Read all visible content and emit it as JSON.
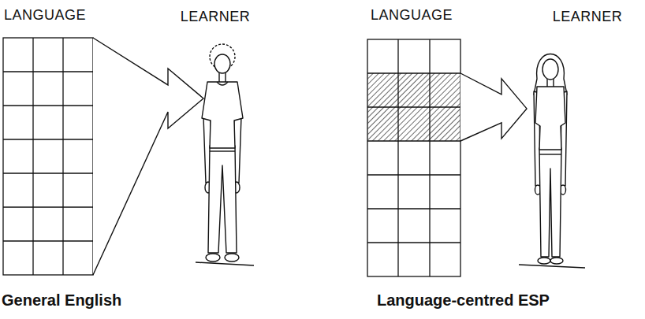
{
  "diagram": {
    "nodes": [
      {
        "text": [
          "LANGUAGE"
        ]
      },
      {
        "text": [
          "LEARNER"
        ]
      },
      {
        "text": [
          "LANGUAGE"
        ]
      },
      {
        "text": [
          "LEARNER"
        ]
      }
    ],
    "edges": [
      {
        "from": 0,
        "to": 1,
        "arrow": "to"
      },
      {
        "from": 2,
        "to": 3,
        "arrow": "to"
      }
    ],
    "labels": [
      "General English",
      "Language-centred ESP"
    ]
  }
}
